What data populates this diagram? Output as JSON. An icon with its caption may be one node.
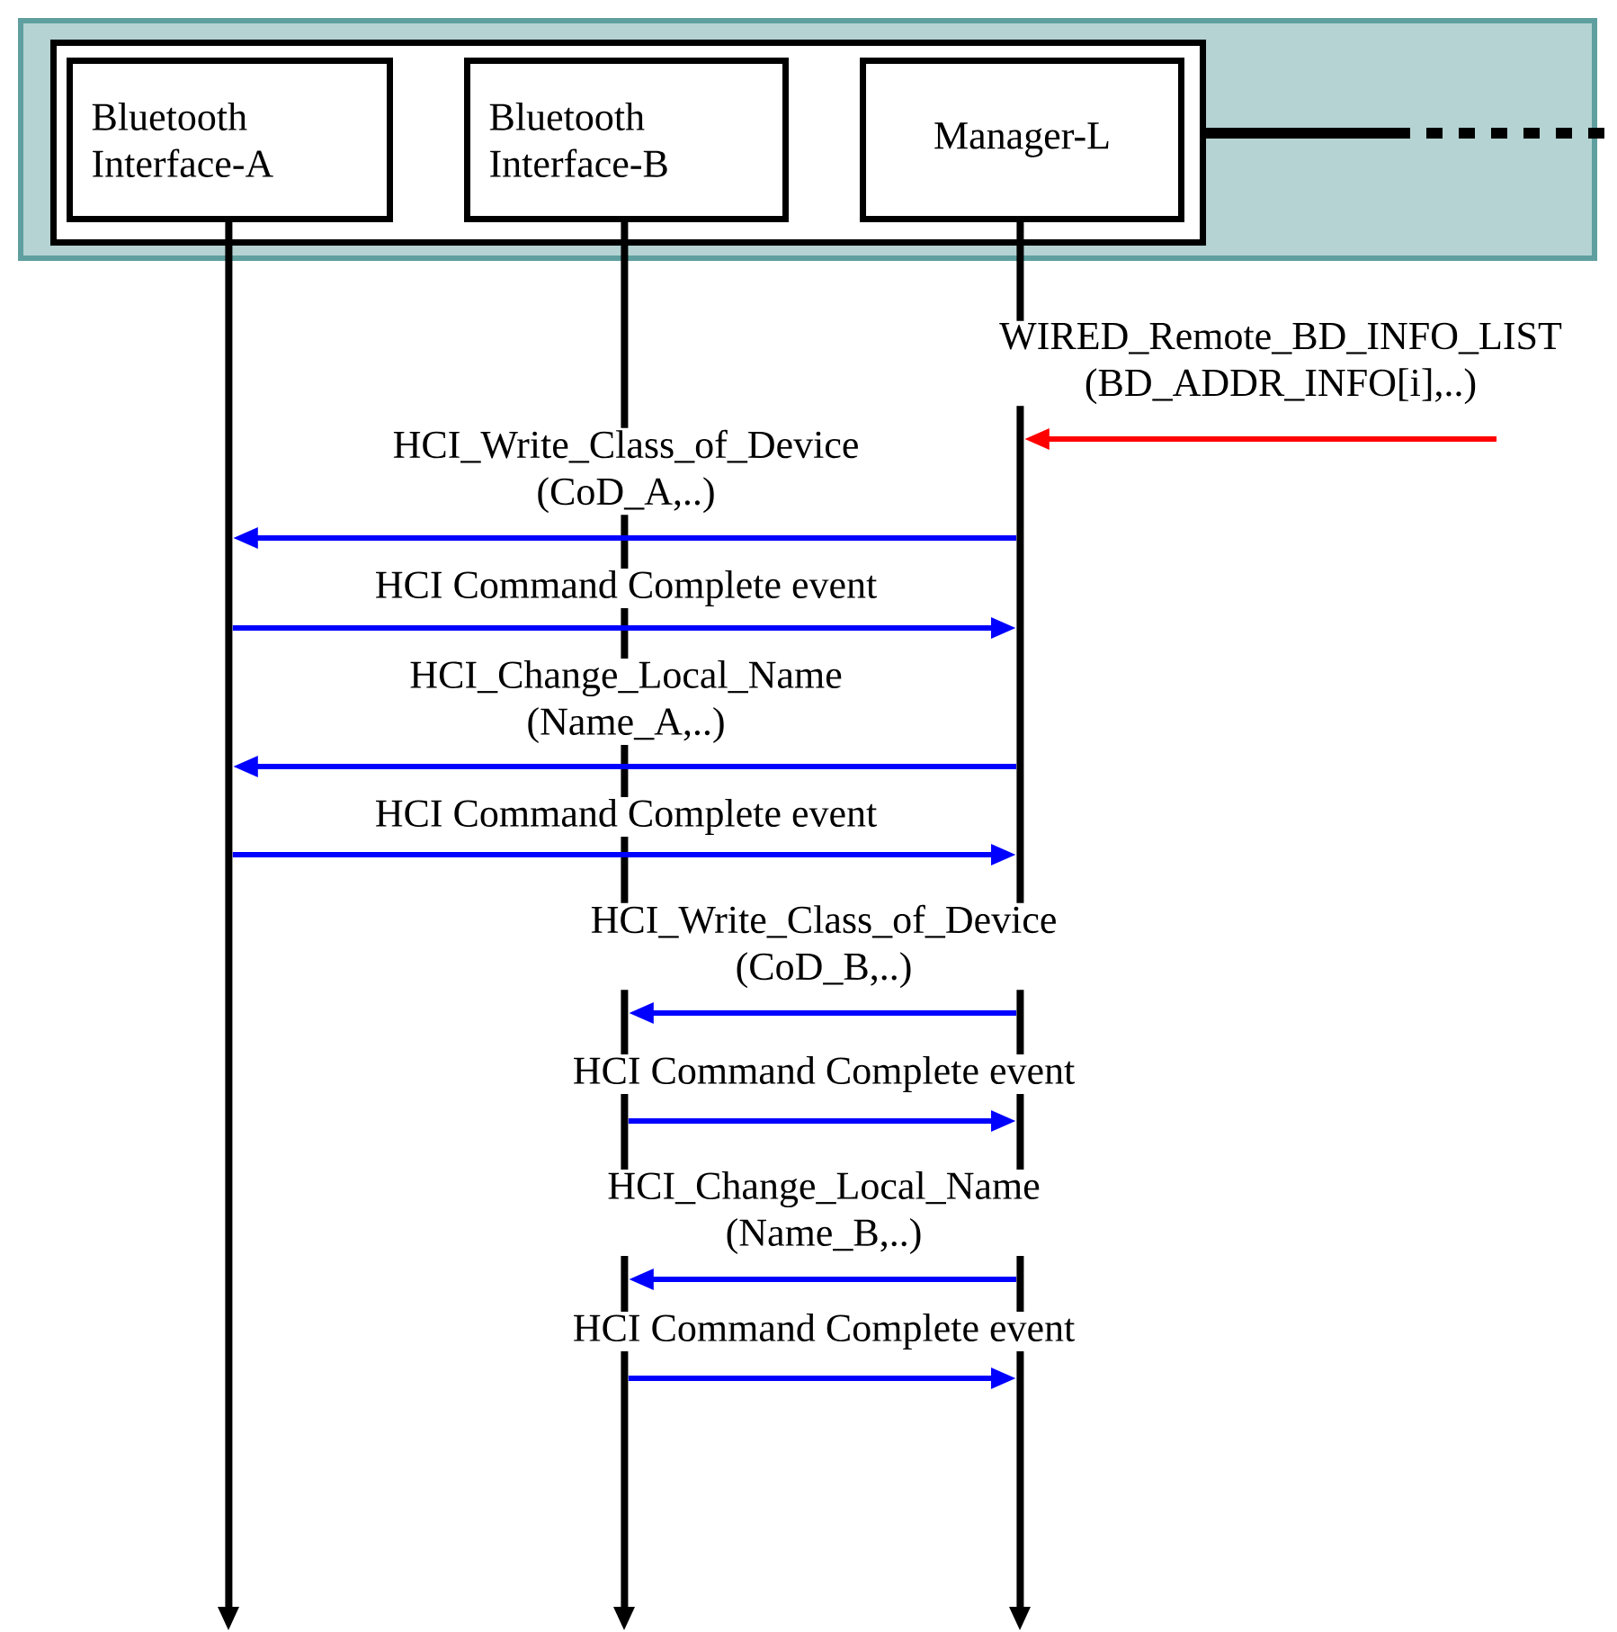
{
  "diagram": {
    "nodes": [
      {
        "text": [],
        "shape": "box"
      },
      {
        "text": [],
        "shape": "box",
        "in": 0
      },
      {
        "text": [
          "Bluetooth Interface-A"
        ],
        "in": 1
      },
      {
        "text": [
          "Bluetooth Interface-B"
        ],
        "in": 1
      },
      {
        "text": [
          "Manager-L"
        ],
        "in": 1
      },
      {
        "text": [],
        "shape": "bar"
      },
      {
        "text": [],
        "shape": "bar"
      },
      {
        "text": [],
        "shape": "bar"
      }
    ],
    "edges": [
      {
        "from": 1,
        "to": null,
        "arrow": "none",
        "style": "thick",
        "color": "#000000"
      },
      {
        "from": null,
        "to": 7,
        "arrow": "to",
        "color": "#ff0000",
        "label": "WIRED_Remote_BD_INFO_LIST (BD_ADDR_INFO[i],..)"
      },
      {
        "from": 7,
        "to": 5,
        "arrow": "to",
        "label": "HCI_Write_Class_of_Device (CoD_A,..)"
      },
      {
        "from": 5,
        "to": 7,
        "arrow": "to",
        "label": "HCI Command Complete event"
      },
      {
        "from": 7,
        "to": 5,
        "arrow": "to",
        "label": "HCI_Change_Local_Name (Name_A,..)"
      },
      {
        "from": 5,
        "to": 7,
        "arrow": "to",
        "label": "HCI Command Complete event"
      },
      {
        "from": 7,
        "to": 6,
        "arrow": "to",
        "label": "HCI_Write_Class_of_Device (CoD_B,..)"
      },
      {
        "from": 6,
        "to": 7,
        "arrow": "to",
        "label": "HCI Command Complete event"
      },
      {
        "from": 7,
        "to": 6,
        "arrow": "to",
        "label": "HCI_Change_Local_Name (Name_B,..)"
      },
      {
        "from": 6,
        "to": 7,
        "arrow": "to",
        "label": "HCI Command Complete event"
      }
    ]
  }
}
